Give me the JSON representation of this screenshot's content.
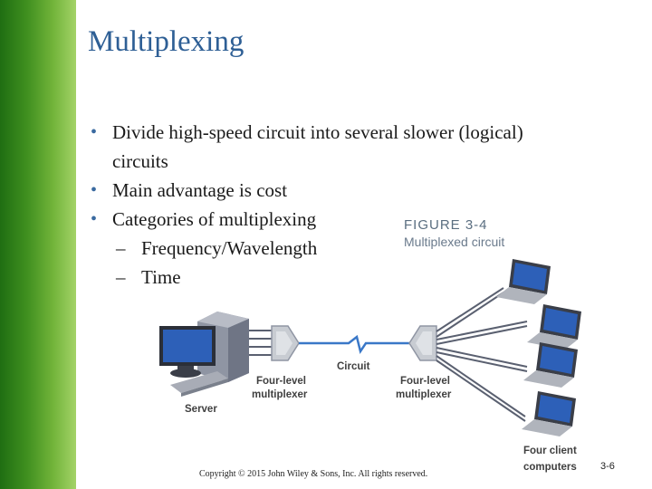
{
  "slide": {
    "title": "Multiplexing",
    "bullets": [
      {
        "line1": "Divide high-speed circuit into several slower (logical)",
        "line2": "circuits"
      },
      {
        "text": "Main advantage is cost"
      },
      {
        "text": "Categories of multiplexing"
      }
    ],
    "sub_bullets": [
      "Frequency/Wavelength",
      "Time"
    ]
  },
  "figure": {
    "number": "FIGURE 3-4",
    "caption": "Multiplexed circuit",
    "labels": {
      "server": "Server",
      "left_mux_line1": "Four-level",
      "left_mux_line2": "multiplexer",
      "circuit": "Circuit",
      "right_mux_line1": "Four-level",
      "right_mux_line2": "multiplexer",
      "clients_line1": "Four client",
      "clients_line2": "computers"
    }
  },
  "footer": {
    "copyright": "Copyright © 2015 John Wiley & Sons, Inc. All rights reserved.",
    "page": "3-6"
  },
  "colors": {
    "title": "#2e5f95",
    "sidebar": "#3f8f1f",
    "mux": "#c8ccd2",
    "circuit_line": "#3a78c8"
  }
}
